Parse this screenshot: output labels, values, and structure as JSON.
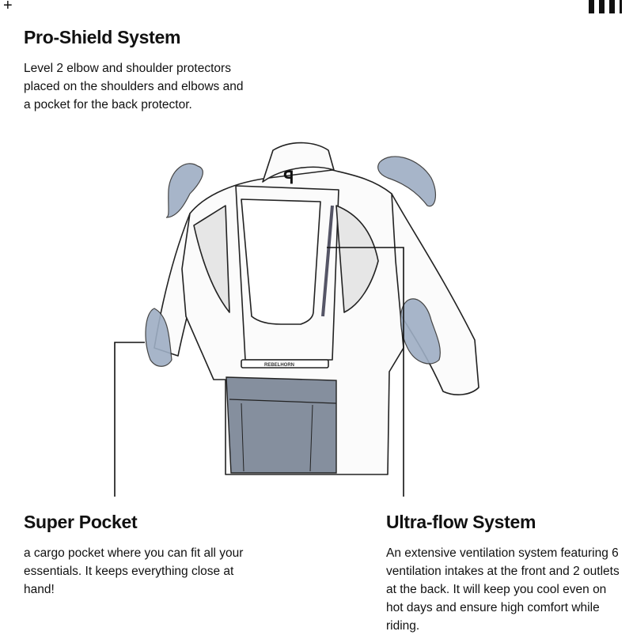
{
  "corner_icons": {
    "plus": "+",
    "bars": "bars-icon"
  },
  "sections": {
    "pro_shield": {
      "title": "Pro-Shield System",
      "text": "Level 2 elbow and shoulder protectors placed on the shoulders and elbows and a pocket for the back protector."
    },
    "super_pocket": {
      "title": "Super Pocket",
      "text": "a cargo pocket where you can fit all your essentials. It keeps everything close at hand!"
    },
    "ultra_flow": {
      "title": "Ultra-flow System",
      "text": "An extensive ventilation system featuring 6 ventilation intakes at the front and 2 outlets at the back. It will keep you cool even on hot days and ensure high comfort while riding."
    }
  },
  "jacket_logo": "REBELHORN",
  "colors": {
    "protector": "#9eaec4",
    "pocket": "#858f9e",
    "outline": "#222222"
  }
}
